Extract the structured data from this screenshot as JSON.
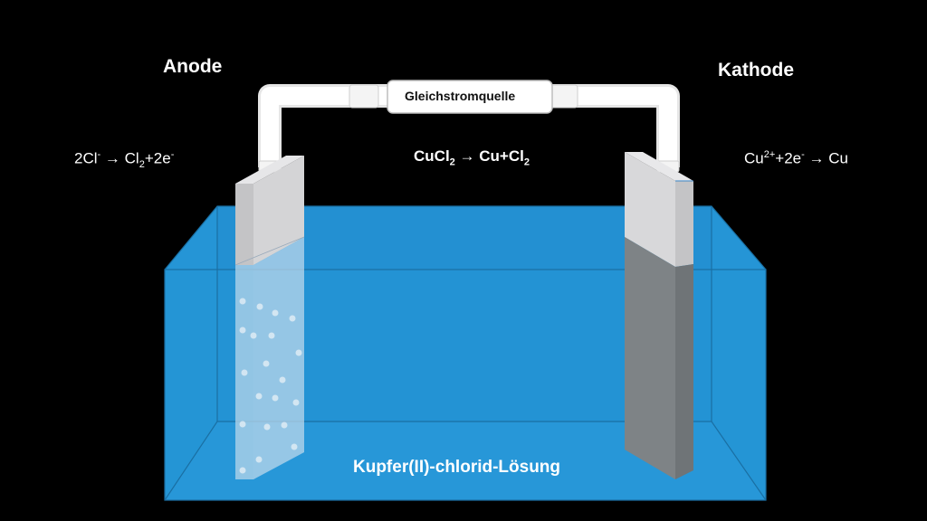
{
  "anode": {
    "title": "Anode",
    "eq_lhs": "2Cl",
    "eq_lhs_sup": "-",
    "arrow": "→",
    "eq_rhs_a": "Cl",
    "eq_rhs_sub": "2",
    "eq_rhs_b": "+2e",
    "eq_rhs_sup": "-"
  },
  "cathode": {
    "title": "Kathode",
    "eq_lhs_a": "Cu",
    "eq_lhs_sup": "2+",
    "eq_lhs_b": "+2e",
    "eq_lhs_sup2": "-",
    "arrow": "→",
    "eq_rhs": "Cu"
  },
  "overall": {
    "lhs_a": "CuCl",
    "lhs_sub": "2",
    "arrow": "→",
    "rhs_a": "Cu+Cl",
    "rhs_sub": "2"
  },
  "power_source": {
    "label": "Gleichstromquelle"
  },
  "solution": {
    "label": "Kupfer(II)-chlorid-Lösung"
  },
  "colors": {
    "solution": "#2595d6",
    "anode_plate": "#c8c8cc",
    "cathode_submerged": "#7f8487",
    "wire": "#ffffff"
  }
}
